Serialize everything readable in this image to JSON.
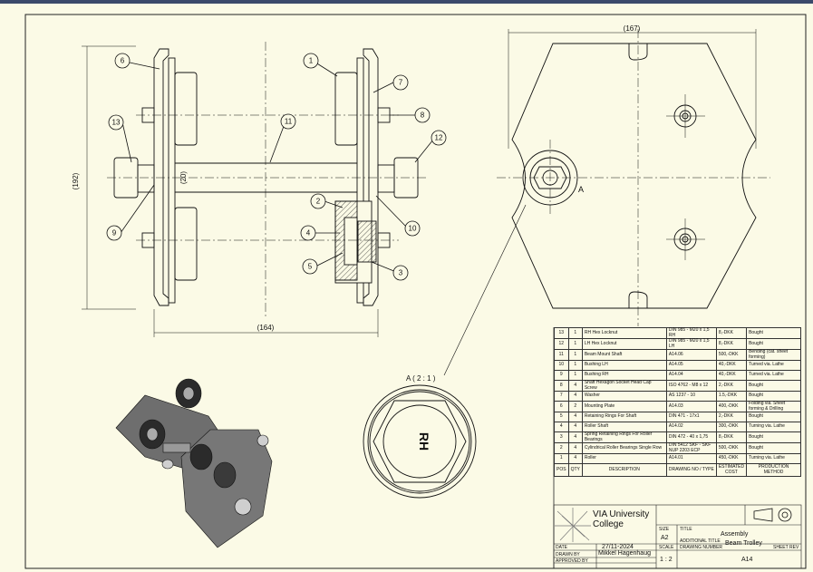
{
  "drawing": {
    "dimensions": {
      "overall_height": "(192)",
      "overall_width": "(164)",
      "plate_width": "(167)",
      "shaft_dia": "(20)"
    },
    "balloons": [
      "1",
      "2",
      "3",
      "4",
      "5",
      "6",
      "7",
      "8",
      "9",
      "10",
      "11",
      "12",
      "13"
    ],
    "section_label": "A",
    "detail_label": "A ( 2 : 1 )",
    "nut_text": "RH"
  },
  "bom": {
    "rows": [
      {
        "item": "13",
        "qty": "1",
        "desc": "RH Hex Locknut",
        "part": "DIN 985 - M20 x 1,5 RH",
        "cost": "8,-DKK",
        "method": "Bought"
      },
      {
        "item": "12",
        "qty": "1",
        "desc": "LH Hex Locknut",
        "part": "DIN 985 - M20 x 1,5 LH",
        "cost": "8,-DKK",
        "method": "Bought"
      },
      {
        "item": "11",
        "qty": "1",
        "desc": "Beam Mount Shaft",
        "part": "A14.06",
        "cost": "500,-DKK",
        "method": "Bending (cat. sheet forming)"
      },
      {
        "item": "10",
        "qty": "1",
        "desc": "Bushing LH",
        "part": "A14.05",
        "cost": "40,-DKK",
        "method": "Turned via. Lathe"
      },
      {
        "item": "9",
        "qty": "1",
        "desc": "Bushing RH",
        "part": "A14.04",
        "cost": "40,-DKK",
        "method": "Turned via. Lathe"
      },
      {
        "item": "8",
        "qty": "4",
        "desc": "Shaft Hexagon Socket Head Cap Screw",
        "part": "ISO 4762 - M8 x 12",
        "cost": "2,-DKK",
        "method": "Bought"
      },
      {
        "item": "7",
        "qty": "4",
        "desc": "Washer",
        "part": "AS 1237 - 10",
        "cost": "1.5,-DKK",
        "method": "Bought"
      },
      {
        "item": "6",
        "qty": "2",
        "desc": "Mounting Plate",
        "part": "A14.03",
        "cost": "400,-DKK",
        "method": "Folding via. Sheet forming & Drilling"
      },
      {
        "item": "5",
        "qty": "4",
        "desc": "Retaining Rings For Shaft",
        "part": "DIN 471 - 17x1",
        "cost": "2,-DKK",
        "method": "Bought"
      },
      {
        "item": "4",
        "qty": "4",
        "desc": "Roller Shaft",
        "part": "A14.02",
        "cost": "300,-DKK",
        "method": "Turning via. Lathe"
      },
      {
        "item": "3",
        "qty": "4",
        "desc": "Spring Retaining Rings For Roller Bearings",
        "part": "DIN 472 - 40 x 1,75",
        "cost": "8,-DKK",
        "method": "Bought"
      },
      {
        "item": "2",
        "qty": "4",
        "desc": "Cylindrical Roller Bearings Single Row",
        "part": "DIN 5412 SKF - SKF NUP 2203 ECP",
        "cost": "500,-DKK",
        "method": "Bought"
      },
      {
        "item": "1",
        "qty": "4",
        "desc": "Roller",
        "part": "A14.01",
        "cost": "450,-DKK",
        "method": "Turning via. Lathe"
      }
    ],
    "header": {
      "item": "POS",
      "qty": "QTY",
      "desc": "DESCRIPTION",
      "part": "DRAWING NO / TYPE",
      "cost": "ESTIMATED COST",
      "method": "PRODUCTION METHOD"
    }
  },
  "title_block": {
    "company": "VIA University College",
    "size_label": "SIZE",
    "size_value": "A2",
    "title_label": "TITLE",
    "title_value": "Assembly",
    "additional_title_label": "ADDITIONAL TITLE",
    "additional_title_value": "Beam Trolley",
    "date_label": "DATE",
    "date_value": "27/11-2024",
    "drawn_by_label": "DRAWN BY",
    "drawn_by_value": "Mikkel Hagenhaug",
    "approved_by_label": "APPROVED BY",
    "scale_label": "SCALE",
    "scale_value": "1 : 2",
    "drawing_number_label": "DRAWING NUMBER",
    "drawing_number_value": "A14",
    "sheet_label": "SHEET",
    "rev_label": "REV"
  }
}
